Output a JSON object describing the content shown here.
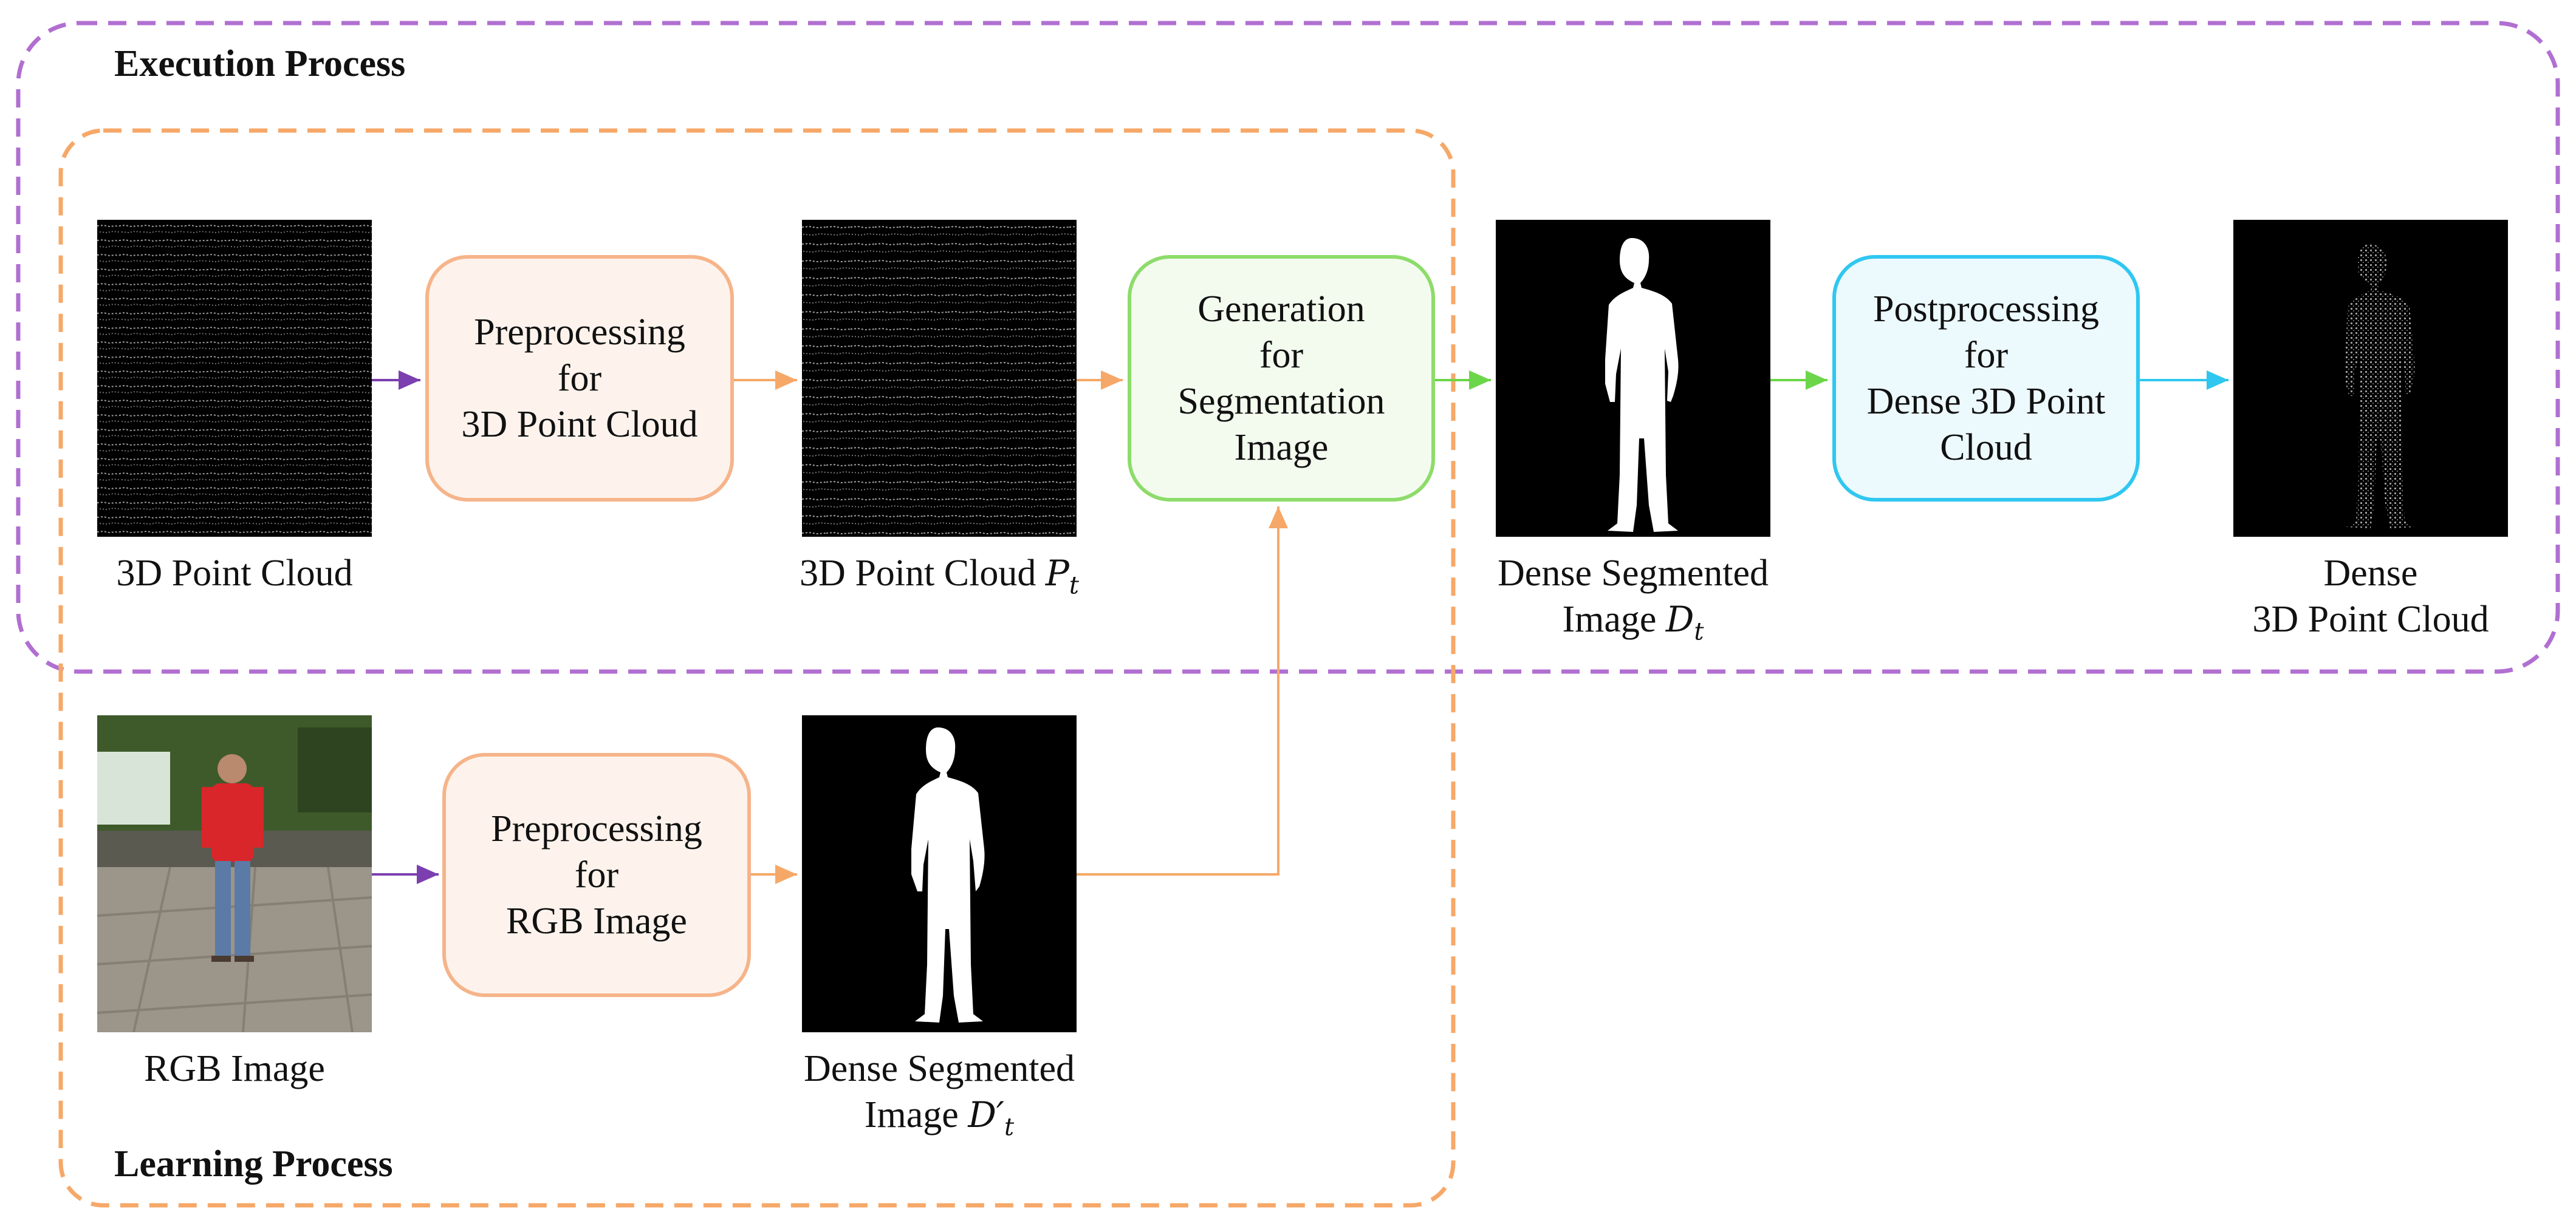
{
  "groups": {
    "execution": {
      "label": "Execution Process",
      "color": "#b16fd1"
    },
    "learning": {
      "label": "Learning Process",
      "color": "#f6a868"
    }
  },
  "boxes": {
    "pre_cloud": [
      "Preprocessing",
      "for",
      "3D Point Cloud"
    ],
    "generation": [
      "Generation",
      "for",
      "Segmentation",
      "Image"
    ],
    "post": [
      "Postprocessing",
      "for",
      "Dense 3D Point",
      "Cloud"
    ],
    "pre_rgb": [
      "Preprocessing",
      "for",
      "RGB Image"
    ]
  },
  "captions": {
    "cloud_input": "3D Point Cloud",
    "cloud_pt": {
      "text": "3D Point Cloud ",
      "symbol": "P",
      "sub": "t"
    },
    "dense_dt": {
      "line1": "Dense Segmented",
      "line2": "Image ",
      "symbol": "D",
      "sub": "t"
    },
    "dense_cloud": {
      "line1": "Dense",
      "line2": "3D Point Cloud"
    },
    "rgb": "RGB Image",
    "dense_dprime": {
      "line1": "Dense Segmented",
      "line2": "Image ",
      "symbol": "D′",
      "sub": "t"
    }
  },
  "arrow_colors": {
    "purple": "#7b3fb0",
    "orange": "#f6a868",
    "green": "#6cd64a",
    "cyan": "#2fc7f0"
  }
}
